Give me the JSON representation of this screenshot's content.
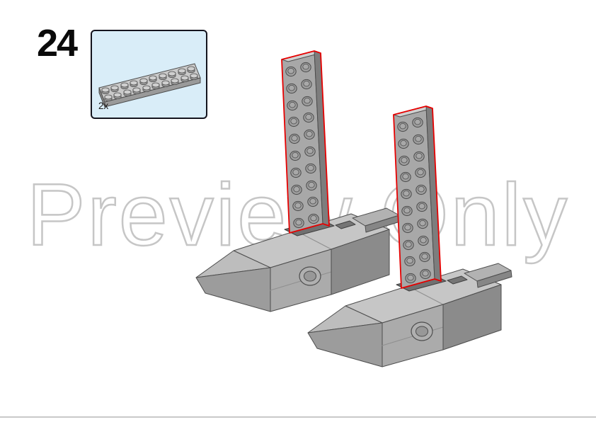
{
  "page": {
    "step_number": "24",
    "watermark": "Preview Only"
  },
  "parts_callout": {
    "quantity": "2x",
    "part": "plate-2x10-light-gray"
  },
  "colors": {
    "highlight_red": "#e60000",
    "watermark_gray": "#c6c6c6",
    "callout_background": "#d9edf8",
    "brick_gray": "#a8a8a8"
  }
}
